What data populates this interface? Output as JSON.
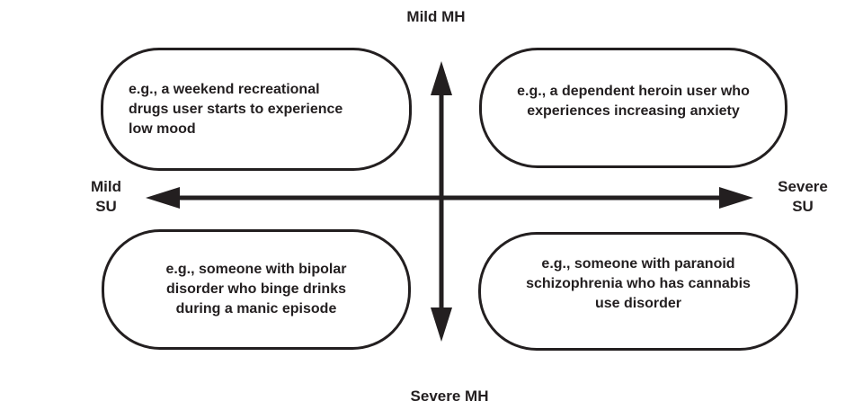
{
  "diagram": {
    "type": "quadrant-diagram",
    "axis_labels": {
      "top": "Mild MH",
      "bottom": "Severe MH",
      "left_lines": [
        "Mild",
        "SU"
      ],
      "right_lines": [
        "Severe",
        "SU"
      ]
    },
    "quadrants": {
      "top_left_lines": [
        "e.g., a weekend recreational",
        "drugs user starts to experience",
        "low mood"
      ],
      "top_right_lines": [
        "e.g., a dependent heroin user who",
        "experiences increasing anxiety"
      ],
      "bottom_left_lines": [
        "e.g., someone with bipolar",
        "disorder who binge drinks",
        "during a manic episode"
      ],
      "bottom_right_lines": [
        "e.g., someone with paranoid",
        "schizophrenia who has cannabis",
        "use disorder"
      ]
    },
    "colors": {
      "ink": "#231f20",
      "background": "#ffffff"
    }
  }
}
